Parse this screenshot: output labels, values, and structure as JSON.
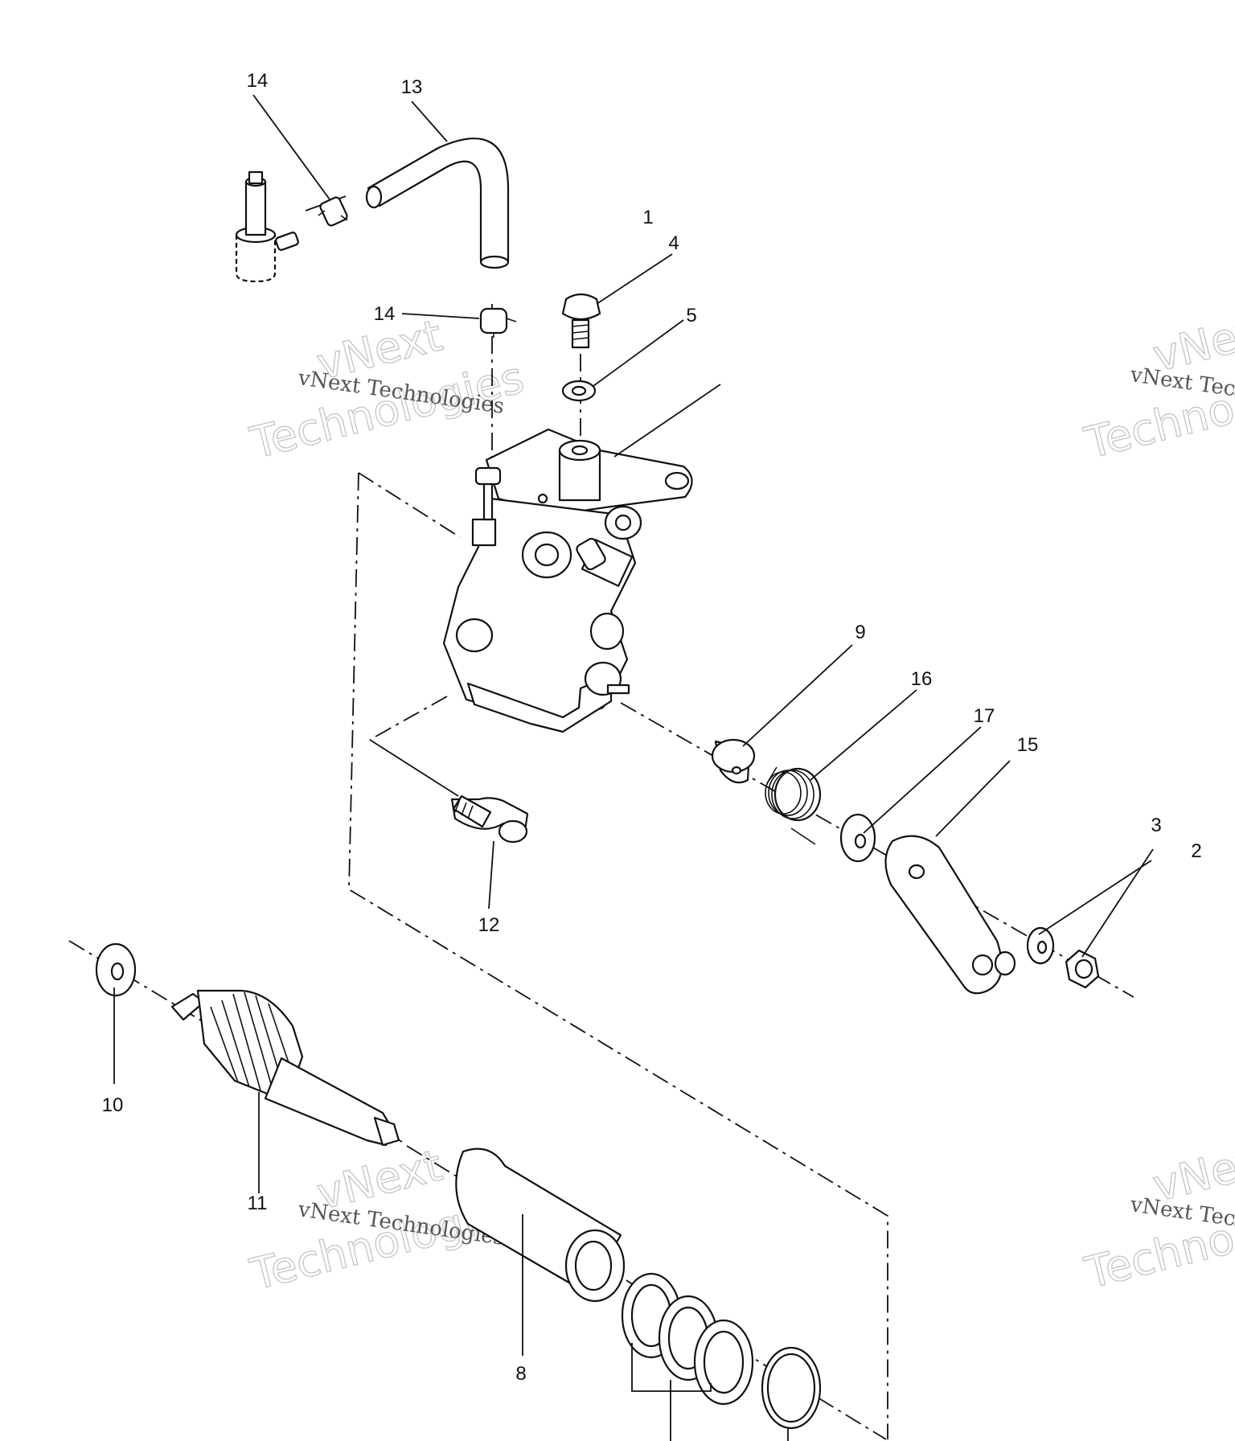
{
  "watermark": {
    "line_small": "vNext Technologies",
    "big_line1": "vNext",
    "big_line2": "Technologies"
  },
  "callouts": [
    "1",
    "2",
    "3",
    "4",
    "5",
    "8",
    "9",
    "10",
    "11",
    "12",
    "13",
    "14",
    "14",
    "15",
    "16",
    "17"
  ]
}
